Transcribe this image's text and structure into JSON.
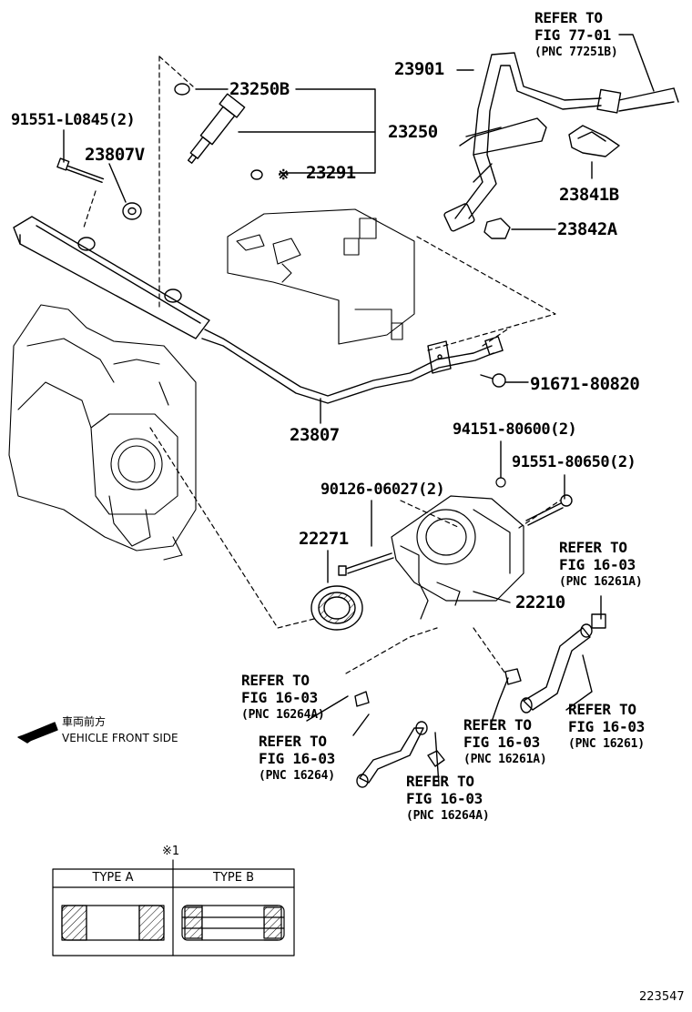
{
  "parts": {
    "p23250B": "23250B",
    "p23250": "23250",
    "p23291": "23291",
    "p23901": "23901",
    "p91551_L0845": "91551-L0845(2)",
    "p23807V": "23807V",
    "p23841B": "23841B",
    "p23842A": "23842A",
    "p91671": "91671-80820",
    "p23807": "23807",
    "p94151": "94151-80600(2)",
    "p91551_80650": "91551-80650(2)",
    "p90126": "90126-06027(2)",
    "p22271": "22271",
    "p22210": "22210"
  },
  "note_marker": "※1",
  "inline_marker": "※",
  "refs": {
    "fig77": {
      "line1": "REFER TO",
      "line2": "FIG 77-01",
      "pnc": "(PNC 77251B)"
    },
    "r16261A_top": {
      "line1": "REFER TO",
      "line2": "FIG 16-03",
      "pnc": "(PNC 16261A)"
    },
    "r16264A_left": {
      "line1": "REFER TO",
      "line2": "FIG 16-03",
      "pnc": "(PNC 16264A)"
    },
    "r16264": {
      "line1": "REFER TO",
      "line2": "FIG 16-03",
      "pnc": "(PNC 16264)"
    },
    "r16261A_mid": {
      "line1": "REFER TO",
      "line2": "FIG 16-03",
      "pnc": "(PNC 16261A)"
    },
    "r16261": {
      "line1": "REFER TO",
      "line2": "FIG 16-03",
      "pnc": "(PNC 16261)"
    },
    "r16264A_bottom": {
      "line1": "REFER TO",
      "line2": "FIG 16-03",
      "pnc": "(PNC 16264A)"
    }
  },
  "front": {
    "jp": "車両前方",
    "en": "VEHICLE FRONT SIDE"
  },
  "table": {
    "type_a": "TYPE A",
    "type_b": "TYPE B"
  },
  "diagram_code": "223547"
}
